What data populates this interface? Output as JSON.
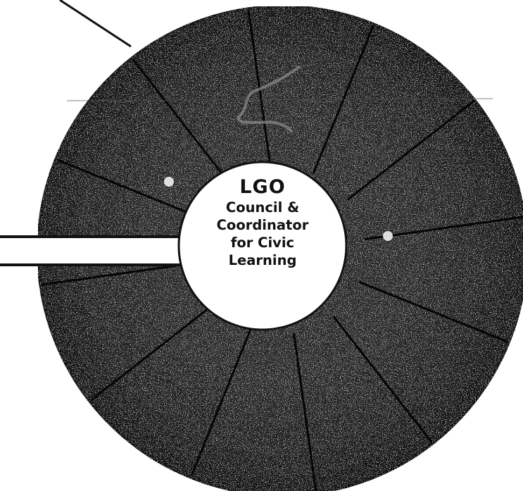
{
  "center": {
    "title": "LGO",
    "lines": [
      "Council &",
      "Coordinator",
      "for Civic",
      "Learning"
    ]
  },
  "colors": {
    "ring": "#202020",
    "ring_edge": "#0d0d0d",
    "divider": "#050505",
    "hub": "#ffffff",
    "text": "#111111"
  },
  "segments": 12
}
